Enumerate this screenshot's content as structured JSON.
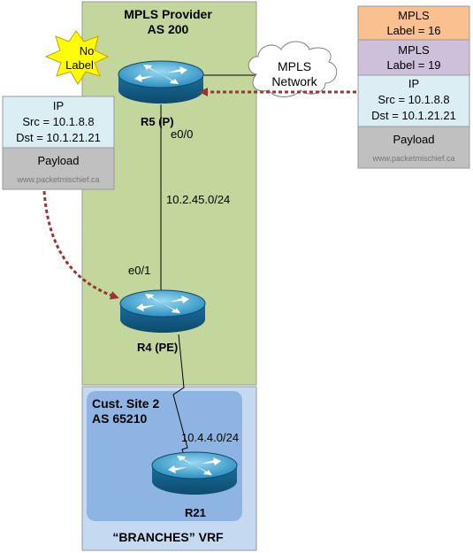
{
  "provider": {
    "title_line1": "MPLS Provider",
    "title_line2": "AS 200",
    "bg_color": "#c3d69b"
  },
  "cloud": {
    "line1": "MPLS",
    "line2": "Network"
  },
  "burst": {
    "line1": "No",
    "line2": "Label",
    "color": "#ffff00"
  },
  "routers": {
    "r5": {
      "label": "R5 (P)",
      "iface": "e0/0"
    },
    "r4": {
      "label": "R4 (PE)",
      "iface": "e0/1"
    },
    "r21": {
      "label": "R21"
    }
  },
  "links": {
    "r5_r4_subnet": "10.2.45.0/24",
    "r4_r21_subnet": "10.4.4.0/24"
  },
  "customer": {
    "site_line1": "Cust. Site 2",
    "site_line2": "AS 65210",
    "vrf": "“BRANCHES” VRF",
    "outer_color": "#c5d9f1",
    "inner_color": "#8eb4e3"
  },
  "packet_in": {
    "label1_line1": "MPLS",
    "label1_line2": "Label = 16",
    "label1_color": "#fac090",
    "label2_line1": "MPLS",
    "label2_line2": "Label = 19",
    "label2_color": "#ccc0da",
    "ip_line1": "IP",
    "ip_line2": "Src = 10.1.8.8",
    "ip_line3": "Dst = 10.1.21.21",
    "ip_color": "#dbeef4",
    "payload": "Payload",
    "payload_color": "#c0c0c0",
    "watermark": "www.packetmischief.ca"
  },
  "packet_out": {
    "ip_line1": "IP",
    "ip_line2": "Src = 10.1.8.8",
    "ip_line3": "Dst = 10.1.21.21",
    "ip_color": "#dbeef4",
    "payload": "Payload",
    "payload_color": "#c0c0c0",
    "watermark": "www.packetmischief.ca"
  },
  "arrow_color": "#953735"
}
